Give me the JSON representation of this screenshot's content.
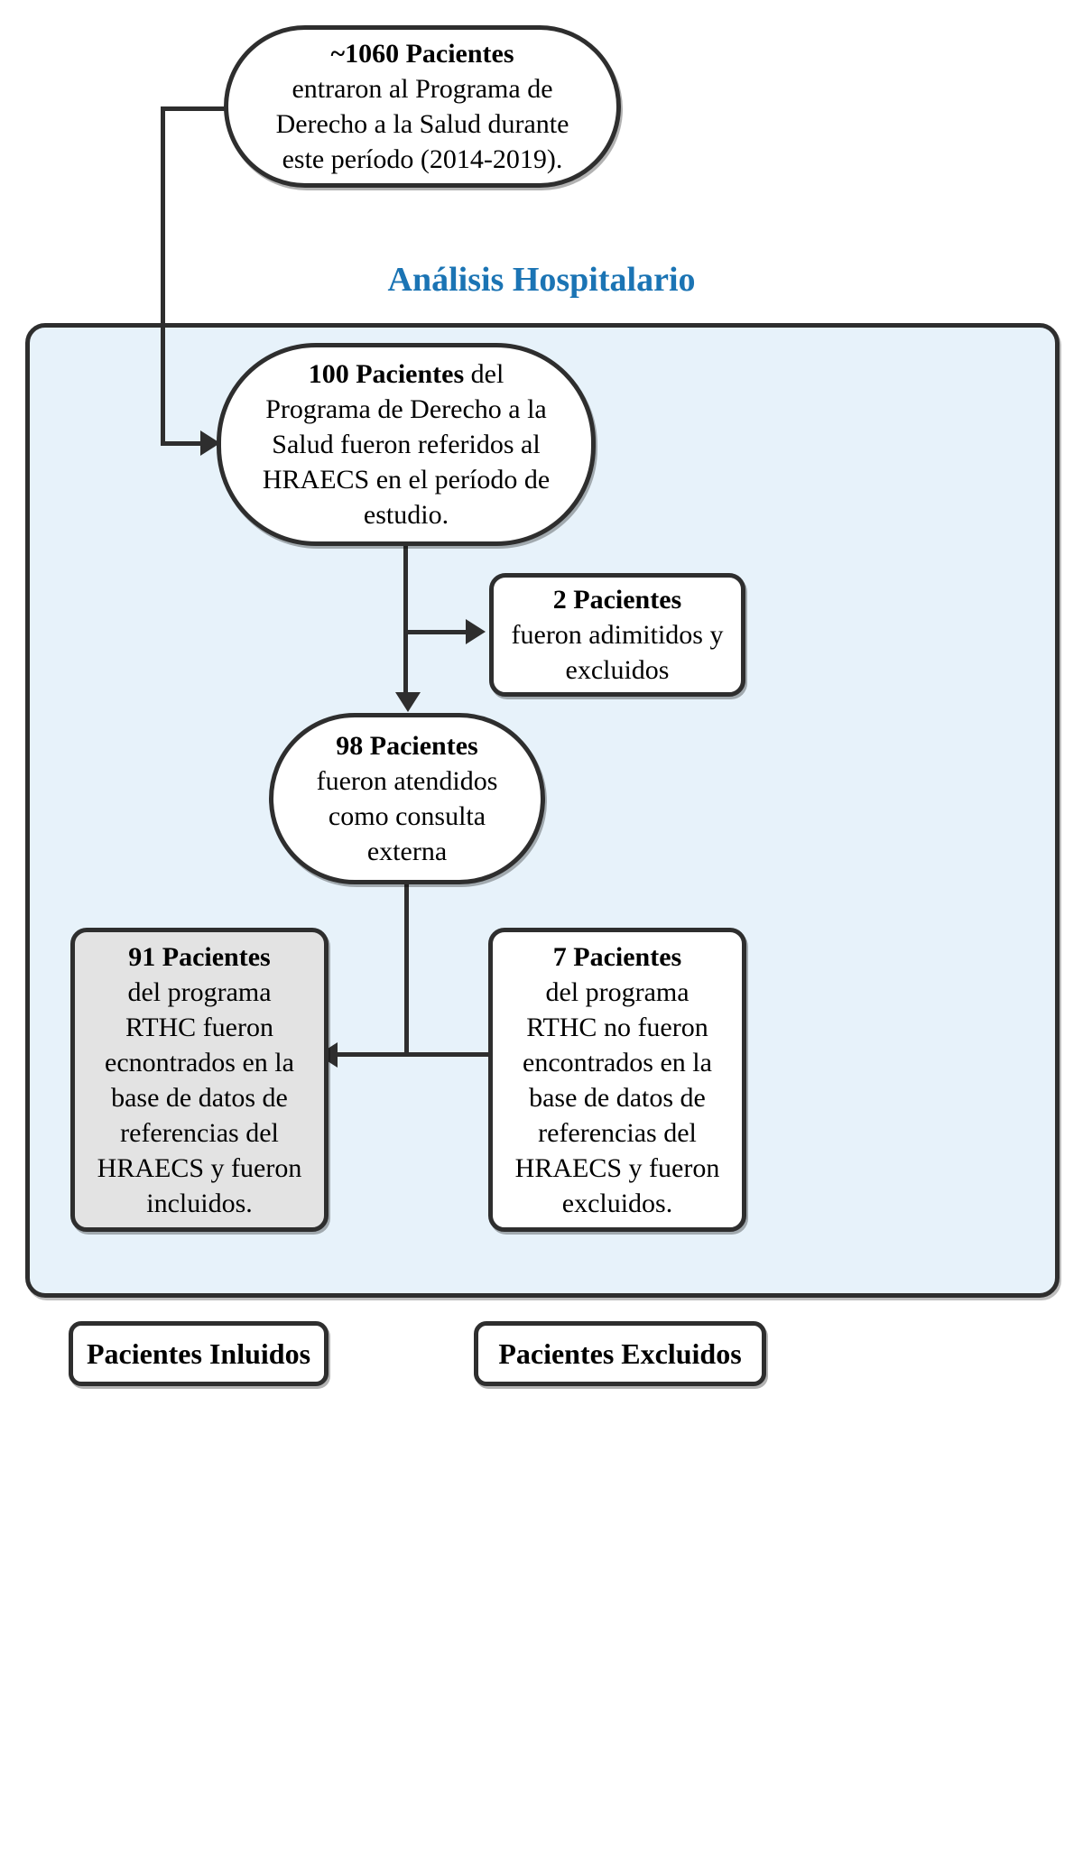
{
  "diagram": {
    "title_section": "Análisis Hospitalario",
    "colors": {
      "accent_blue": "#1b74b4",
      "panel_background": "#e7f2fa",
      "included_fill": "#e3e3e3",
      "stroke": "#2e2e2e",
      "excluded_fill": "#ffffff"
    }
  },
  "nodes": {
    "source": {
      "head": "~1060 Pacientes",
      "line2": "entraron al Programa de",
      "line3": "Derecho a la Salud durante",
      "line4": "este período (2014-2019)."
    },
    "referred": {
      "head": "100 Pacientes",
      "head_suffix": " del",
      "line2": "Programa de Derecho a la",
      "line3": "Salud fueron referidos al",
      "line4": "HRAECS en el período de",
      "line5": "estudio."
    },
    "admitted_excluded": {
      "head": "2 Pacientes",
      "line2": "fueron adimitidos y",
      "line3": "excluidos"
    },
    "outpatient": {
      "head": "98 Pacientes",
      "line2": "fueron atendidos",
      "line3": "como consulta",
      "line4": "externa"
    },
    "included": {
      "head": "91 Pacientes",
      "line2": "del programa",
      "line3": "RTHC fueron",
      "line4": "ecnontrados en la",
      "line5": "base de datos de",
      "line6": "referencias del",
      "line7": "HRAECS y fueron",
      "line8": "incluidos."
    },
    "not_found_excluded": {
      "head": "7 Pacientes",
      "line2": "del programa",
      "line3": "RTHC no fueron",
      "line4": "encontrados en la",
      "line5": "base de datos de",
      "line6": "referencias del",
      "line7": "HRAECS y fueron",
      "line8": "excluidos."
    }
  },
  "legend": {
    "included_label": "Pacientes Inluidos",
    "excluded_label": "Pacientes Excluidos"
  }
}
